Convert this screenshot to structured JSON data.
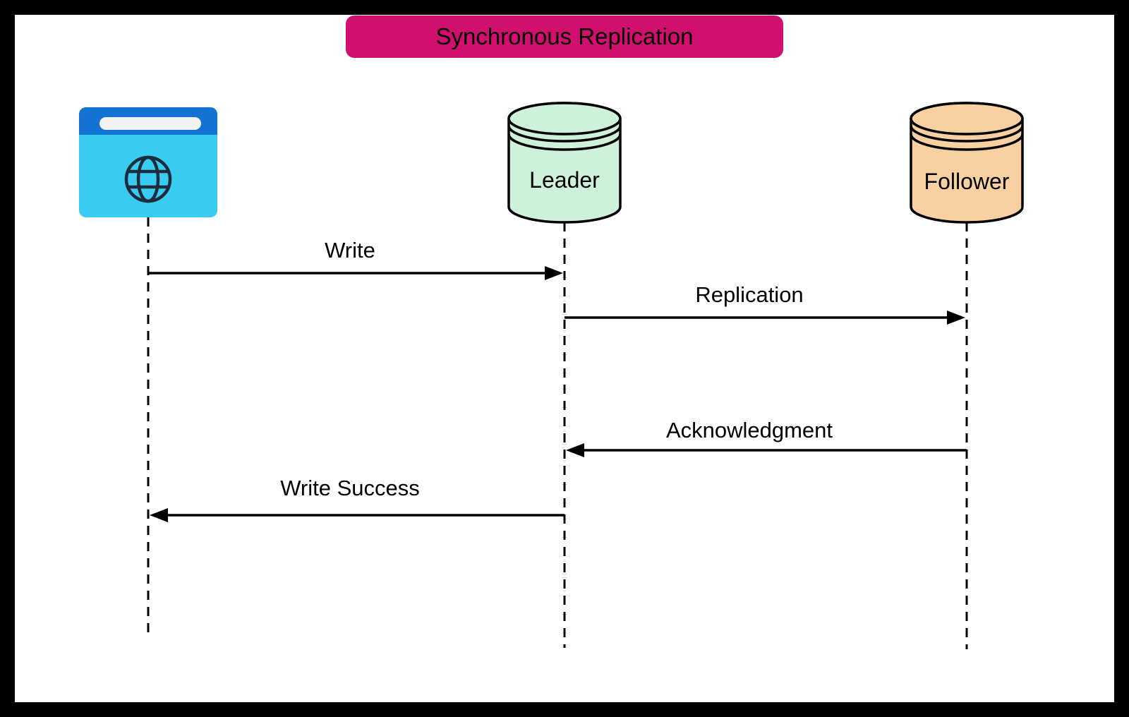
{
  "title": {
    "label": "Synchronous Replication",
    "bg_color": "#d00f6e",
    "text_color": "#ffffff"
  },
  "canvas": {
    "frame_color": "#000000",
    "background_color": "#ffffff"
  },
  "actors": {
    "client": {
      "icon": "browser-globe-icon",
      "colors": {
        "top_bar": "#1273d3",
        "body": "#38cdf0",
        "address_bar": "#f2f2f2",
        "globe": "#1d2b3f"
      }
    },
    "leader": {
      "label": "Leader",
      "fill": "#cdf2d9",
      "stroke": "#000000"
    },
    "follower": {
      "label": "Follower",
      "fill": "#f9d0a1",
      "stroke": "#000000"
    }
  },
  "messages": [
    {
      "label": "Write",
      "from": "client",
      "to": "leader"
    },
    {
      "label": "Replication",
      "from": "leader",
      "to": "follower"
    },
    {
      "label": "Acknowledgment",
      "from": "follower",
      "to": "leader"
    },
    {
      "label": "Write Success",
      "from": "leader",
      "to": "client"
    }
  ]
}
